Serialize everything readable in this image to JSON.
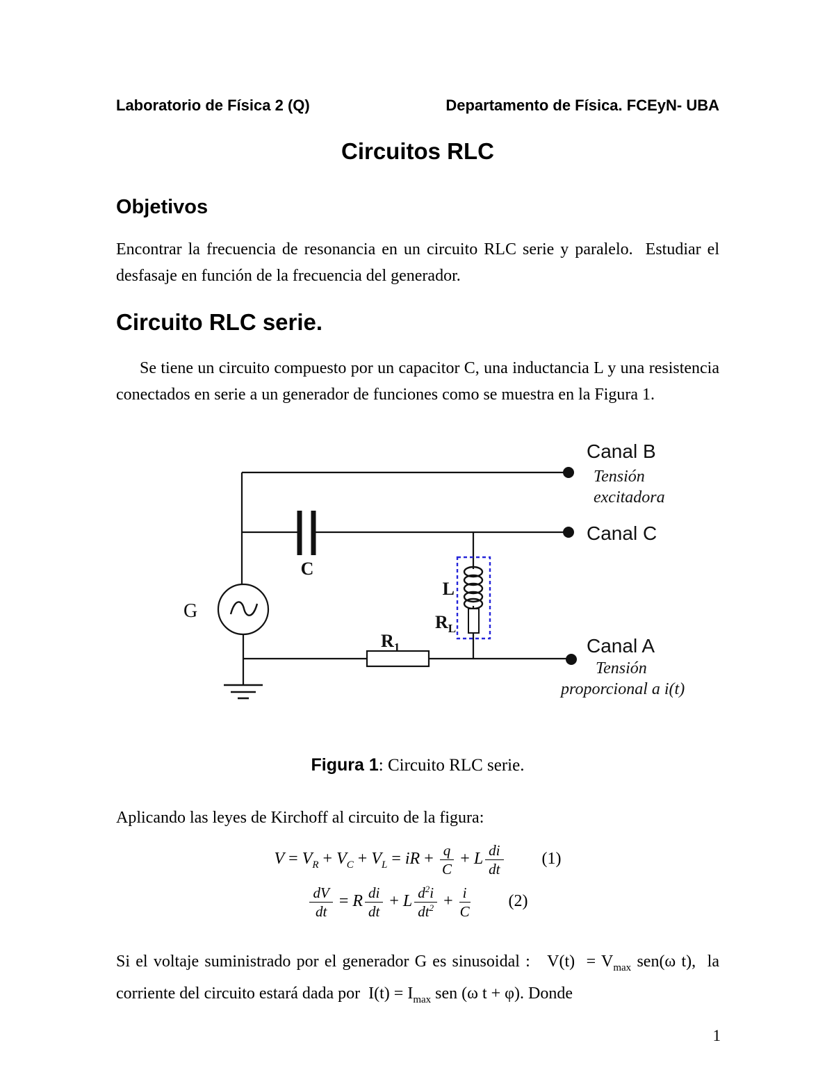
{
  "header": {
    "left": "Laboratorio de Física 2 (Q)",
    "right": "Departamento de Física. FCEyN- UBA"
  },
  "title": "Circuitos RLC",
  "page_number": "1",
  "sections": {
    "objetivos": {
      "heading": "Objetivos",
      "body": "Encontrar la frecuencia de resonancia en un circuito RLC serie y paralelo.  Estudiar el desfasaje en función de la frecuencia del generador."
    },
    "serie": {
      "heading": "Circuito RLC serie.",
      "body": "Se tiene un circuito compuesto por un capacitor C, una inductancia L y una resistencia conectados en serie a un generador de funciones como se muestra en la Figura 1."
    }
  },
  "figure": {
    "caption_bold": "Figura 1",
    "caption_rest": ": Circuito RLC serie.",
    "labels": {
      "canal_b": "Canal B",
      "canal_b_line1": "Tensión",
      "canal_b_line2": "excitadora",
      "canal_c": "Canal C",
      "canal_a": "Canal A",
      "canal_a_line1": "Tensión",
      "canal_a_line2": "proporcional a i(t)",
      "generator": "G",
      "capacitor": "C",
      "inductor": "L",
      "rl_base": "R",
      "rl_sub": "L",
      "r1_base": "R",
      "r1_sub": "1"
    },
    "colors": {
      "wire": "#111111",
      "dashed_box": "#2626d9"
    }
  },
  "math": {
    "intro": "Aplicando las leyes de Kirchoff al circuito de la figura:",
    "eq1": {
      "v": "V",
      "eq_a": "=",
      "vr": "V",
      "vr_sub": "R",
      "plus_a": "+",
      "vc": "V",
      "vc_sub": "C",
      "plus_b": "+",
      "vl": "V",
      "vl_sub": "L",
      "eq_b": "=",
      "ir": "iR",
      "plus_c": "+",
      "f1_num": "q",
      "f1_den": "C",
      "plus_d": "+",
      "l": "L",
      "f2_num": "di",
      "f2_den": "dt",
      "number": "(1)"
    },
    "eq2": {
      "f1_num": "dV",
      "f1_den": "dt",
      "eq": "=",
      "r": "R",
      "f2_num": "di",
      "f2_den": "dt",
      "plus_a": "+",
      "l": "L",
      "f3_num_a": "d",
      "f3_num_sup": "2",
      "f3_num_b": "i",
      "f3_den_a": "dt",
      "f3_den_sup": "2",
      "plus_b": "+",
      "f4_num": "i",
      "f4_den": "C",
      "number": "(2)"
    }
  },
  "closing": {
    "p1": "Si el voltaje suministrado por el generador G es sinusoidal :   V(t)  = V",
    "p1_sub": "max",
    "p2": " sen(ω t),  la corriente del circuito estará dada por  I(t) = I",
    "p2_sub": "max",
    "p3": " sen (ω t + φ). Donde"
  }
}
